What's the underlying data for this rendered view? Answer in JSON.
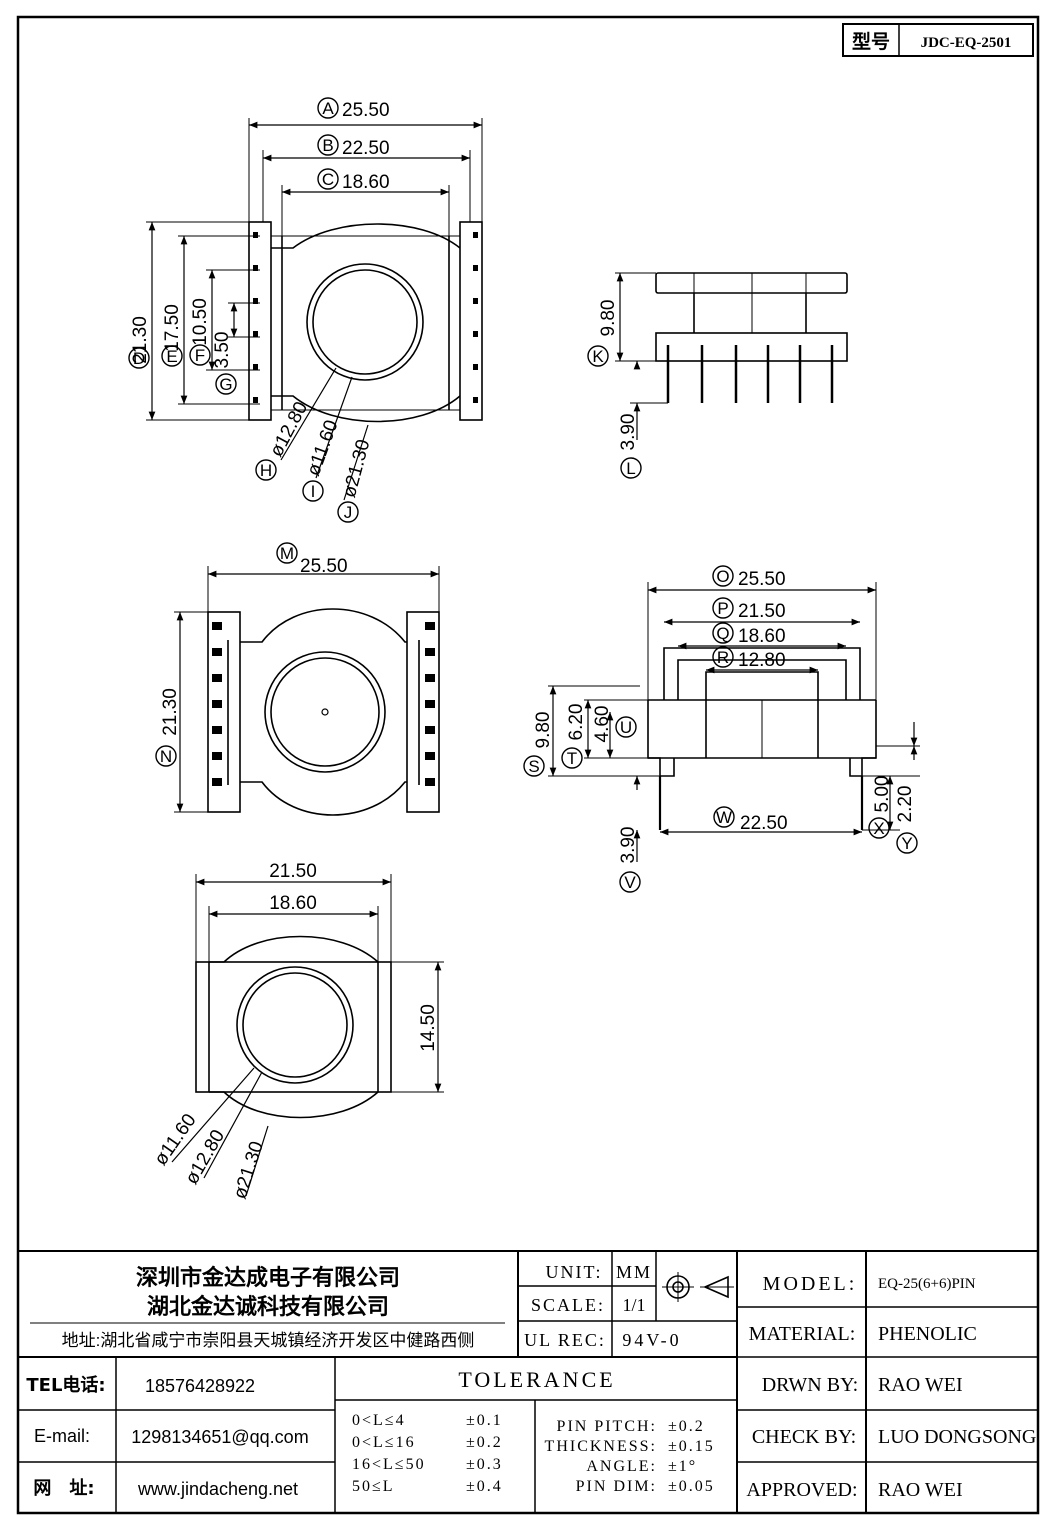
{
  "title_block": {
    "type_label": "型号",
    "type_value": "JDC-EQ-2501",
    "company_line1": "深圳市金达成电子有限公司",
    "company_line2": "湖北金达诚科技有限公司",
    "address": "地址:湖北省咸宁市崇阳县天城镇经济开发区中健路西侧",
    "tel_label": "TEL电话:",
    "tel_value": "18576428922",
    "email_label": "E-mail:",
    "email_value": "1298134651@qq.com",
    "web_label": "网　址:",
    "web_value": "www.jindacheng.net",
    "unit_label": "UNIT:",
    "unit_value": "MM",
    "scale_label": "SCALE:",
    "scale_value": "1/1",
    "ulrec_label": "UL REC:",
    "ulrec_value": "94V-0",
    "model_label": "MODEL:",
    "model_value": "EQ-25(6+6)PIN",
    "material_label": "MATERIAL:",
    "material_value": "PHENOLIC",
    "drawn_label": "DRWN BY:",
    "drawn_value": "RAO WEI",
    "check_label": "CHECK BY:",
    "check_value": "LUO DONGSONG",
    "approved_label": "APPROVED:",
    "approved_value": "RAO WEI",
    "tolerance_title": "TOLERANCE",
    "tolerance_rows": [
      {
        "range": "0<L≤4",
        "tol": "±0.1"
      },
      {
        "range": "0<L≤16",
        "tol": "±0.2"
      },
      {
        "range": "16<L≤50",
        "tol": "±0.3"
      },
      {
        "range": "50≤L",
        "tol": "±0.4"
      }
    ],
    "spec_rows": [
      {
        "label": "PIN PITCH:",
        "tol": "±0.2"
      },
      {
        "label": "THICKNESS:",
        "tol": "±0.15"
      },
      {
        "label": "ANGLE:",
        "tol": "±1°"
      },
      {
        "label": "PIN DIM:",
        "tol": "±0.05"
      }
    ]
  },
  "dimensions": {
    "A": {
      "letter": "A",
      "value": "25.50"
    },
    "B": {
      "letter": "B",
      "value": "22.50"
    },
    "C": {
      "letter": "C",
      "value": "18.60"
    },
    "D": {
      "letter": "D",
      "value": "21.30"
    },
    "E": {
      "letter": "E",
      "value": "17.50"
    },
    "F": {
      "letter": "F",
      "value": "10.50"
    },
    "G": {
      "letter": "G",
      "value": "3.50"
    },
    "H": {
      "letter": "H",
      "value": "ø12.80"
    },
    "I": {
      "letter": "I",
      "value": "ø11.60"
    },
    "J": {
      "letter": "J",
      "value": "ø21.30"
    },
    "K": {
      "letter": "K",
      "value": "9.80"
    },
    "L": {
      "letter": "L",
      "value": "3.90"
    },
    "M": {
      "letter": "M",
      "value": "25.50"
    },
    "N": {
      "letter": "N",
      "value": "21.30"
    },
    "O": {
      "letter": "O",
      "value": "25.50"
    },
    "P": {
      "letter": "P",
      "value": "21.50"
    },
    "Q": {
      "letter": "Q",
      "value": "18.60"
    },
    "R": {
      "letter": "R",
      "value": "12.80"
    },
    "S": {
      "letter": "S",
      "value": "9.80"
    },
    "T": {
      "letter": "T",
      "value": "6.20"
    },
    "U": {
      "letter": "U",
      "value": "4.60"
    },
    "V": {
      "letter": "V",
      "value": "3.90"
    },
    "W": {
      "letter": "W",
      "value": "22.50"
    },
    "X": {
      "letter": "X",
      "value": "5.00"
    },
    "Y": {
      "letter": "Y",
      "value": "2.20"
    },
    "bottom_w1": {
      "value": "21.50"
    },
    "bottom_w2": {
      "value": "18.60"
    },
    "bottom_h": {
      "value": "14.50"
    },
    "bottom_d1": {
      "value": "ø11.60"
    },
    "bottom_d2": {
      "value": "ø12.80"
    },
    "bottom_d3": {
      "value": "ø21.30"
    }
  }
}
